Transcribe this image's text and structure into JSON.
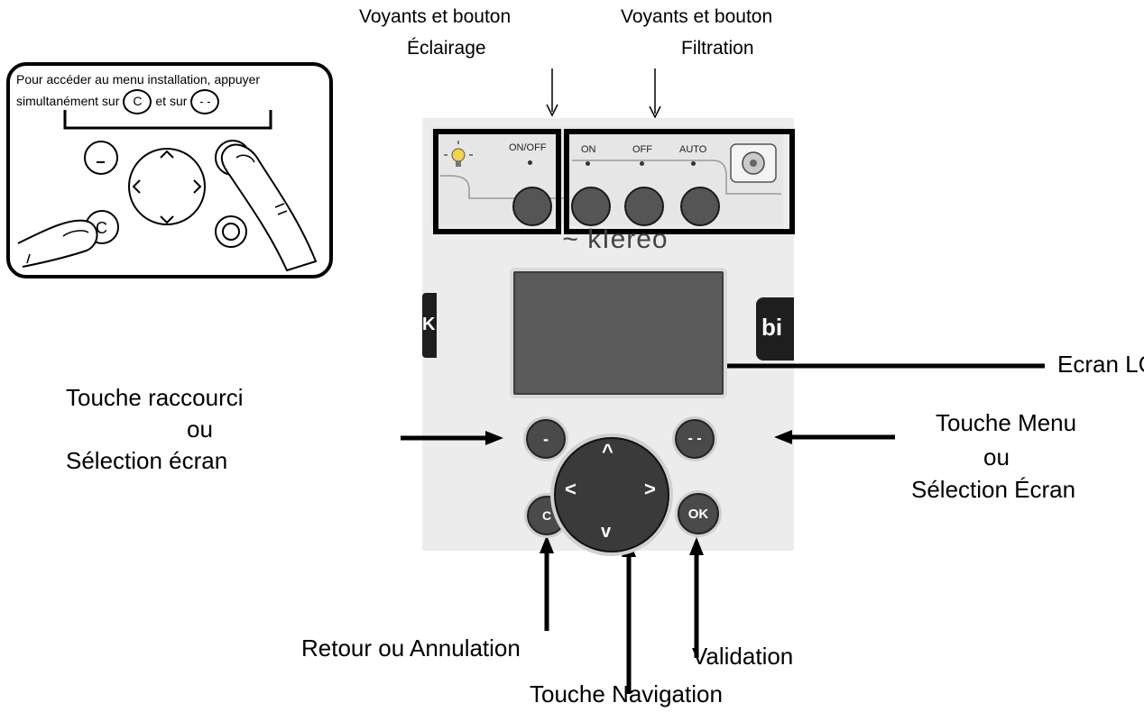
{
  "labels": {
    "eclairage_line1": "Voyants et bouton",
    "eclairage_line2": "Éclairage",
    "filtration_line1": "Voyants et bouton",
    "filtration_line2": "Filtration",
    "lcd": "Ecran LCD",
    "shortcut_line1": "Touche raccourci",
    "shortcut_line2": "ou",
    "shortcut_line3": "Sélection écran",
    "menu_line1": "Touche Menu",
    "menu_line2": "ou",
    "menu_line3": "Sélection Écran",
    "back": "Retour ou Annulation",
    "navigation": "Touche Navigation",
    "validation": "Validation"
  },
  "inset": {
    "line1": "Pour accéder au menu installation, appuyer",
    "line2_a": "simultanément sur",
    "key_c": "C",
    "line2_b": "et sur",
    "key_dd": "- -"
  },
  "panel": {
    "brand": "~ kIereo",
    "onoff": "ON/OFF",
    "on": "ON",
    "off": "OFF",
    "auto": "AUTO",
    "btn_minus": "-",
    "btn_dd": "- -",
    "btn_c": "C",
    "btn_ok": "OK",
    "left_badge": "K",
    "right_badge": "bi"
  }
}
